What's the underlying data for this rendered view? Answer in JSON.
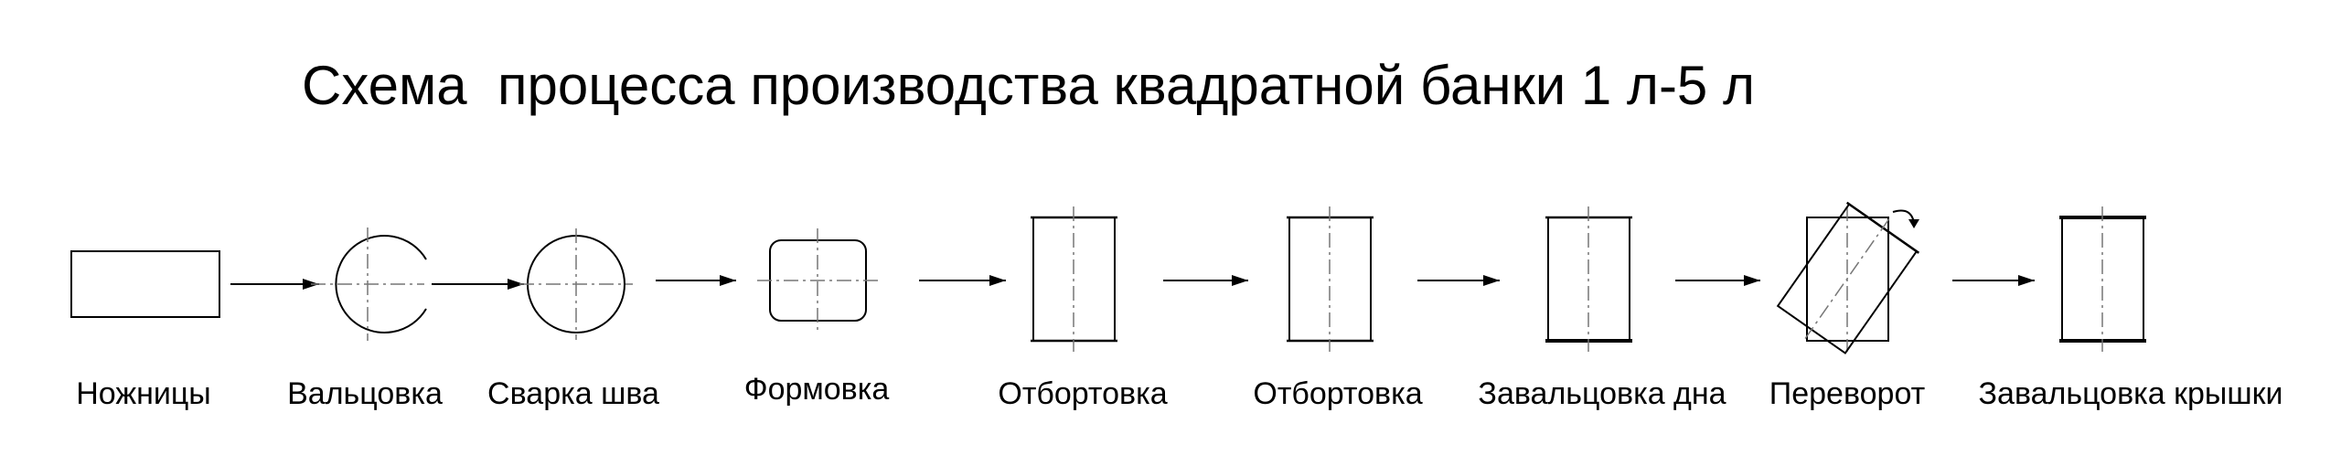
{
  "title": "Схема  процесса производства квадратной банки 1 л-5 л",
  "steps": [
    {
      "label": "Ножницы"
    },
    {
      "label": "Вальцовка"
    },
    {
      "label": "Сварка шва"
    },
    {
      "label": "Формовка"
    },
    {
      "label": "Отбортовка"
    },
    {
      "label": "Отбортовка"
    },
    {
      "label": "Завальцовка дна"
    },
    {
      "label": "Переворот"
    },
    {
      "label": "Завальцовка крышки"
    }
  ],
  "colors": {
    "line": "#000000",
    "background": "#ffffff"
  }
}
